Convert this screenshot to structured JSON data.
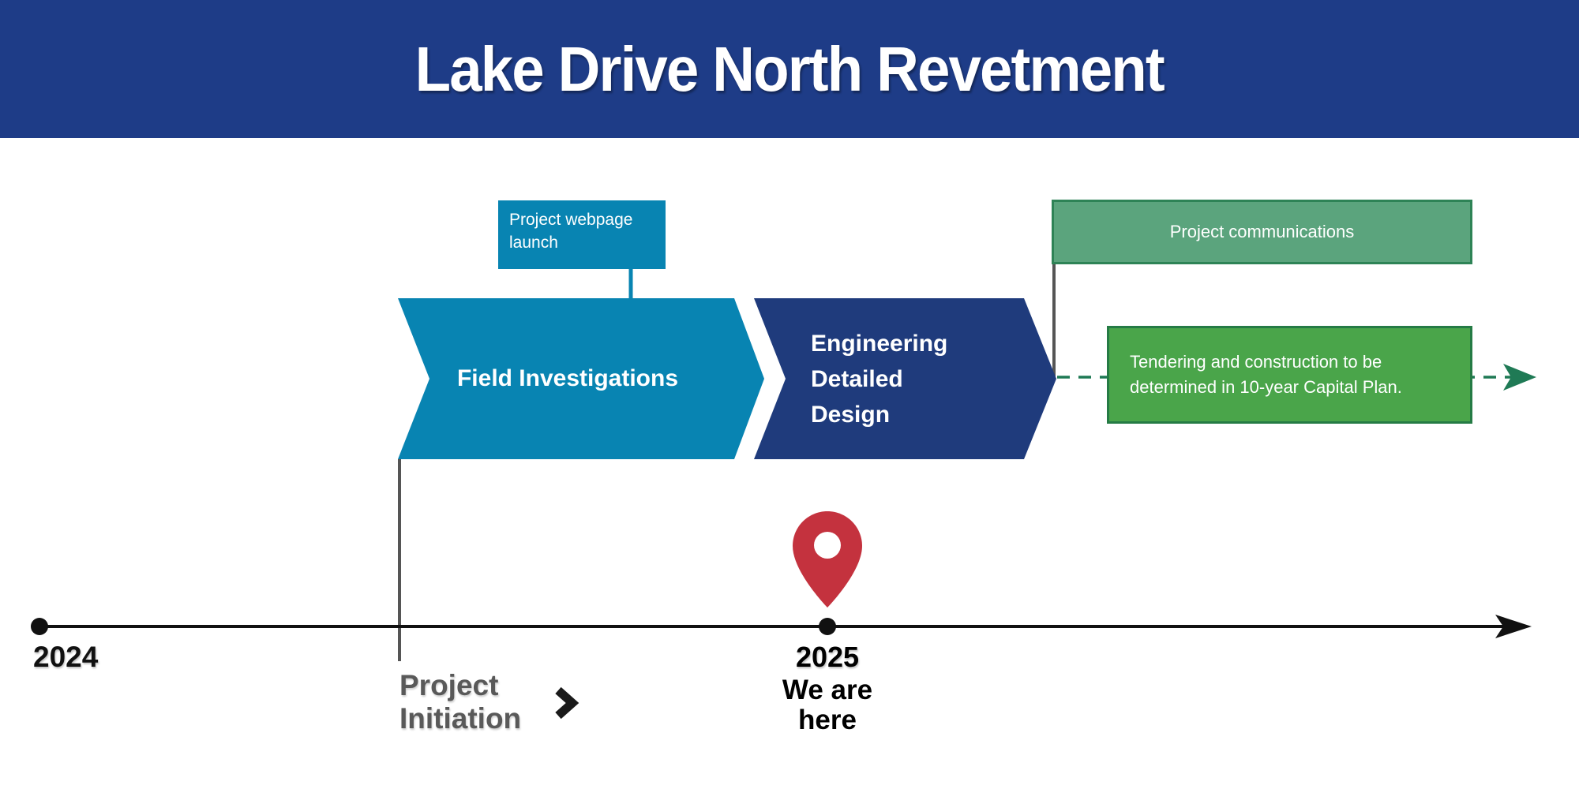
{
  "header": {
    "title": "Lake Drive North Revetment",
    "bg_color": "#1e3c87"
  },
  "phases": {
    "field_investigations": {
      "label": "Field Investigations",
      "color": "#0884b2"
    },
    "engineering": {
      "lines": [
        "Engineering",
        "Detailed",
        "Design"
      ],
      "color": "#1f3b7c"
    }
  },
  "callouts": {
    "webpage_launch": {
      "label": "Project webpage launch",
      "color": "#0884b2"
    },
    "project_communications": {
      "label": "Project communications",
      "fill": "#5ba47d",
      "border": "#2e8356"
    },
    "tendering": {
      "line1": "Tendering and construction to be",
      "line2": "determined in 10-year Capital Plan.",
      "fill": "#4aa54a",
      "border": "#257b45"
    }
  },
  "timeline": {
    "start": {
      "year": "2024"
    },
    "current": {
      "year": "2025",
      "note": "We are here"
    },
    "initiation": {
      "label": "Project Initiation"
    },
    "axis_color": "#111111",
    "connector_color": "#555555",
    "future_dash_color": "#1f7a55",
    "pin_color": "#c4323e"
  },
  "icons": {
    "location_pin": "map-pin-icon",
    "initiation_chevron": "chevron-right-icon",
    "timeline_arrowhead": "arrow-right-icon",
    "future_arrowhead": "dashed-arrow-right-icon"
  }
}
